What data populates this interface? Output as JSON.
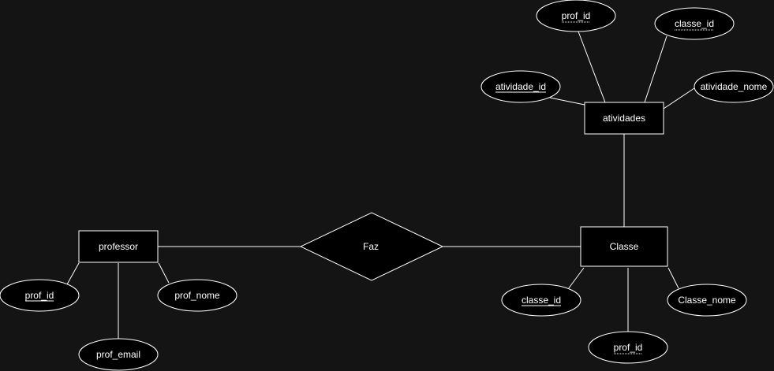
{
  "colors": {
    "background": "#141414",
    "shape_fill": "#000000",
    "stroke": "#ffffff",
    "text": "#ffffff"
  },
  "entities": {
    "atividades": "atividades",
    "professor": "professor",
    "classe": "Classe"
  },
  "relationship": {
    "faz": "Faz"
  },
  "attributes": {
    "atividades_prof_id": "prof_id",
    "atividades_classe_id": "classe_id",
    "atividades_atividade_id": "atividade_id",
    "atividades_atividade_nome": "atividade_nome",
    "professor_prof_id": "prof_id",
    "professor_prof_nome": "prof_nome",
    "professor_prof_email": "prof_email",
    "classe_classe_id": "classe_id",
    "classe_classe_nome": "Classe_nome",
    "classe_prof_id": "prof_id"
  }
}
